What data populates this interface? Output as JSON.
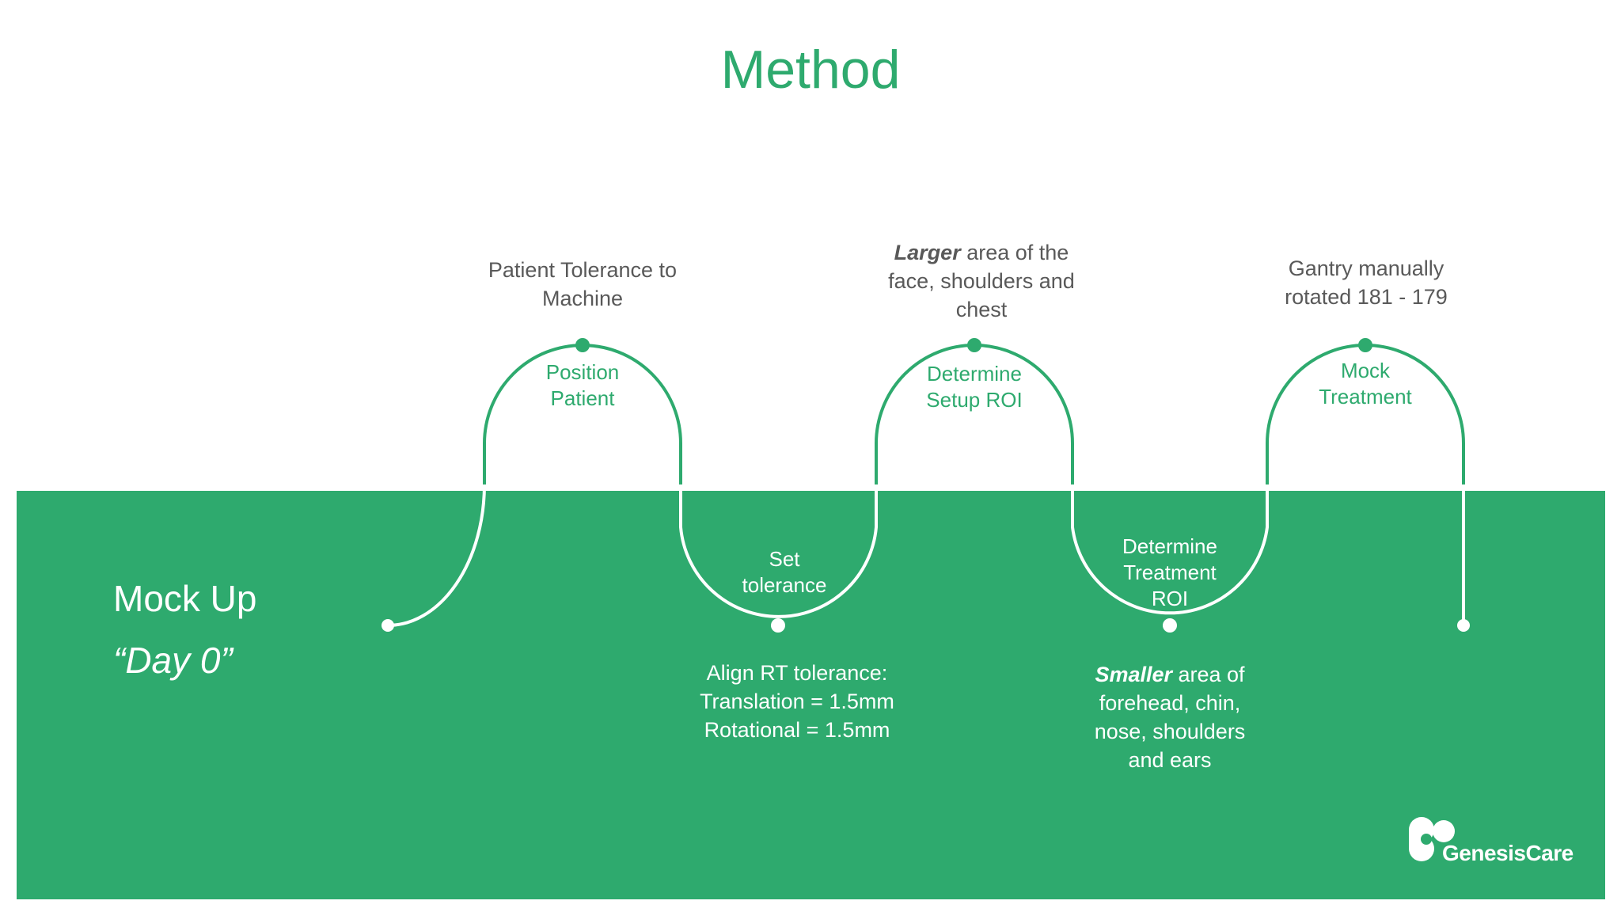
{
  "title": "Method",
  "stage": {
    "name": "Mock Up",
    "day": "“Day 0”"
  },
  "steps": [
    {
      "label_line1": "Position",
      "label_line2": "Patient",
      "note_line1": "Patient Tolerance to",
      "note_line2": "Machine"
    },
    {
      "label_line1": "Set",
      "label_line2": "tolerance",
      "note_line1": "Align RT tolerance:",
      "note_line2": "Translation = 1.5mm",
      "note_line3": "Rotational = 1.5mm"
    },
    {
      "label_line1": "Determine",
      "label_line2": "Setup ROI",
      "note_emphasis": "Larger",
      "note_rest": " area of the",
      "note_line2": "face, shoulders and",
      "note_line3": "chest"
    },
    {
      "label_line1": "Determine",
      "label_line2": "Treatment",
      "label_line3": "ROI",
      "note_emphasis": "Smaller",
      "note_rest": " area of",
      "note_line2": "forehead, chin,",
      "note_line3": "nose, shoulders",
      "note_line4": "and ears"
    },
    {
      "label_line1": "Mock",
      "label_line2": "Treatment",
      "note_line1": "Gantry manually",
      "note_line2": "rotated 181 - 179"
    }
  ],
  "logo": {
    "text": "GenesisCare"
  },
  "colors": {
    "brand_green": "#2eaa6e",
    "note_gray": "#595959",
    "white": "#ffffff"
  }
}
